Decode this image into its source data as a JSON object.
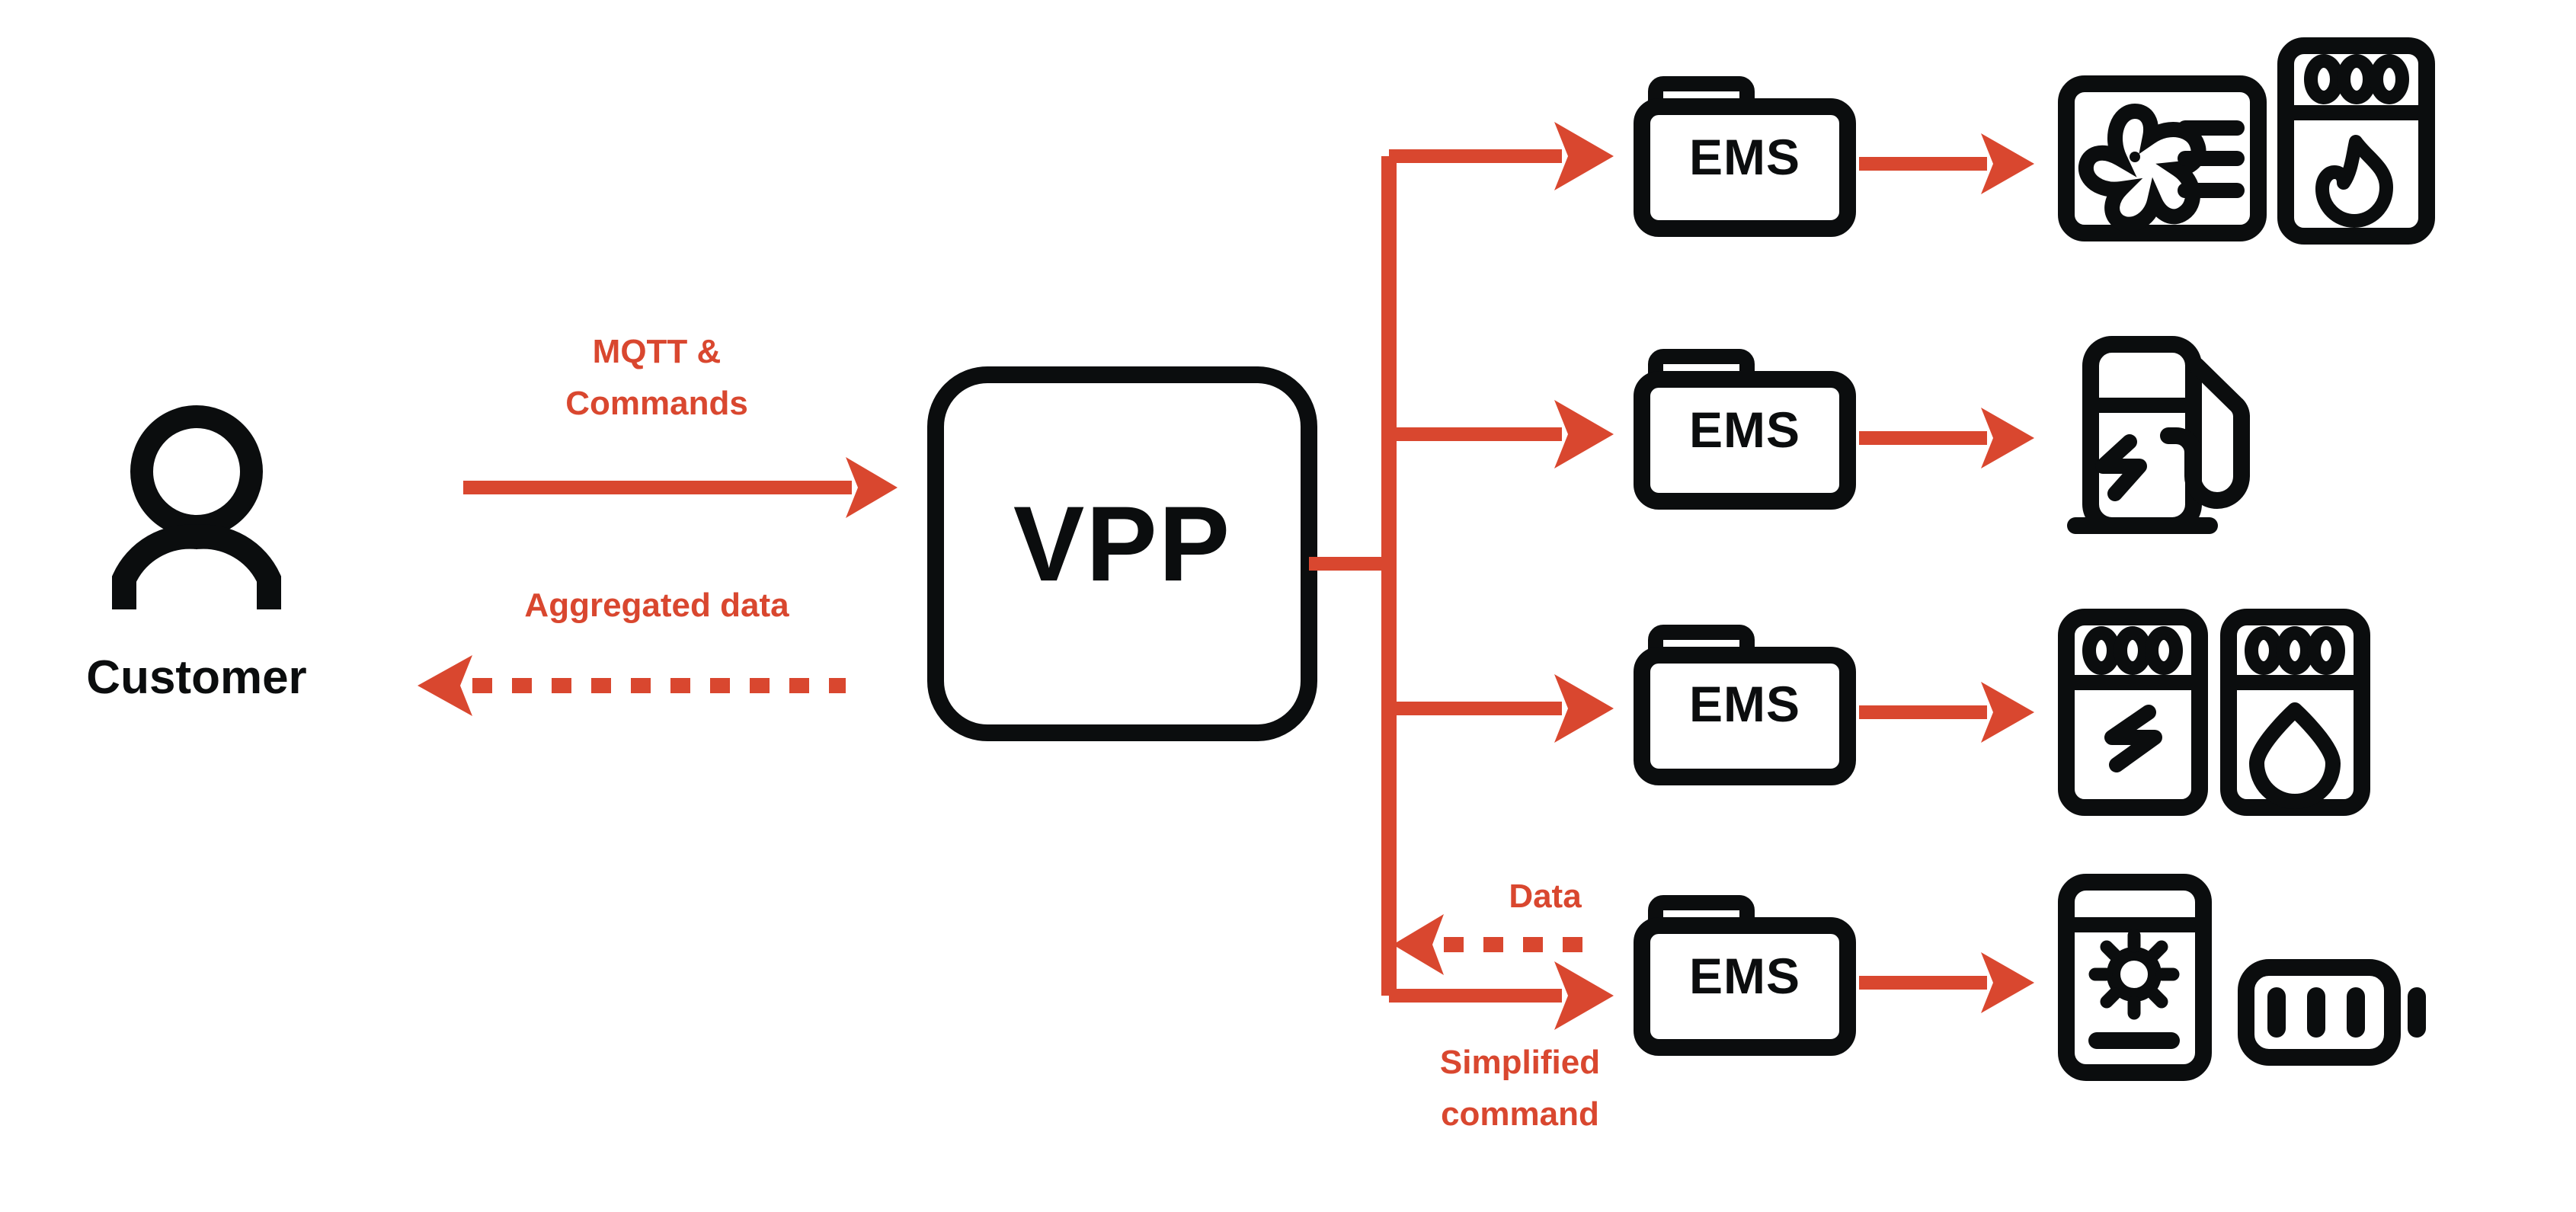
{
  "diagram": {
    "title": "Virtual Power Plant (VPP) architecture",
    "colors": {
      "accent_red": "#d9472f",
      "ink_black": "#0b0d0e",
      "background": "#ffffff"
    },
    "actor": {
      "label": "Customer",
      "icon": "person-icon"
    },
    "hub": {
      "label": "VPP",
      "icon": "rounded-square-node"
    },
    "customer_flows": [
      {
        "id": "mqtt",
        "label": "MQTT &\nCommands",
        "label_line1": "MQTT &",
        "label_line2": "Commands",
        "style": "solid",
        "direction": "customer-to-vpp"
      },
      {
        "id": "aggregated",
        "label": "Aggregated data",
        "style": "dotted",
        "direction": "vpp-to-customer"
      }
    ],
    "branch_flows": [
      {
        "id": "data",
        "label": "Data",
        "style": "dotted",
        "direction": "ems-to-vpp"
      },
      {
        "id": "simplified",
        "label": "Simplified\ncommand",
        "label_line1": "Simplified",
        "label_line2": "command",
        "style": "solid",
        "direction": "vpp-to-ems"
      }
    ],
    "branches": [
      {
        "index": 1,
        "ems_label": "EMS",
        "ems_icon": "ems-gateway-icon",
        "devices": [
          {
            "name": "hvac-unit-icon",
            "label": "HVAC / air handling unit"
          },
          {
            "name": "gas-boiler-icon",
            "label": "Gas boiler"
          }
        ]
      },
      {
        "index": 2,
        "ems_label": "EMS",
        "ems_icon": "ems-gateway-icon",
        "devices": [
          {
            "name": "ev-charger-icon",
            "label": "EV charging station"
          }
        ]
      },
      {
        "index": 3,
        "ems_label": "EMS",
        "ems_icon": "ems-gateway-icon",
        "devices": [
          {
            "name": "electricity-meter-icon",
            "label": "Electricity meter"
          },
          {
            "name": "water-meter-icon",
            "label": "Water meter"
          }
        ]
      },
      {
        "index": 4,
        "ems_label": "EMS",
        "ems_icon": "ems-gateway-icon",
        "devices": [
          {
            "name": "solar-inverter-icon",
            "label": "Solar PV inverter"
          },
          {
            "name": "battery-icon",
            "label": "Battery storage"
          }
        ]
      }
    ]
  }
}
